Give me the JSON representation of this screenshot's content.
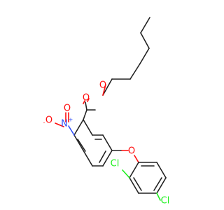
{
  "molecule": {
    "atoms": {
      "O_ester_carbonyl": {
        "label": "O",
        "color": "#ff0d0d"
      },
      "O_ester": {
        "label": "O",
        "color": "#ff0d0d"
      },
      "N_nitro": {
        "label": "N",
        "color": "#3050f8",
        "charge": "+"
      },
      "O_nitro_minus": {
        "label": "O",
        "color": "#ff0d0d",
        "charge": "-"
      },
      "O_nitro_double": {
        "label": "O",
        "color": "#ff0d0d"
      },
      "O_ether": {
        "label": "O",
        "color": "#ff0d0d"
      },
      "Cl_2": {
        "label": "Cl",
        "color": "#1ff01f"
      },
      "Cl_4": {
        "label": "Cl",
        "color": "#1ff01f"
      }
    }
  }
}
